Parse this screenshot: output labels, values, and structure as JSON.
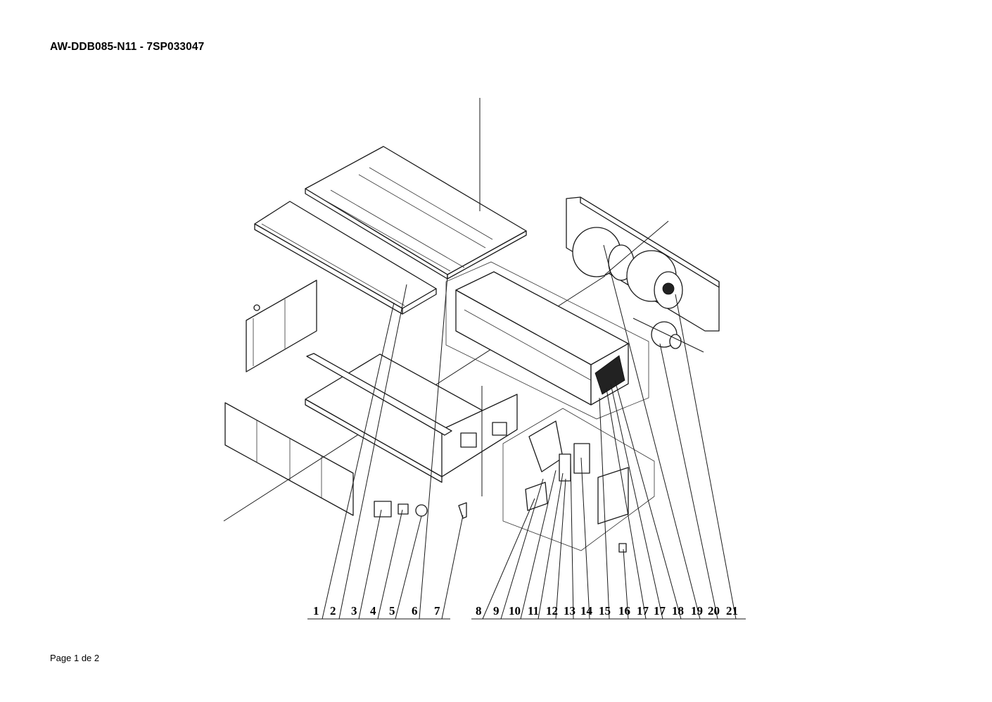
{
  "document": {
    "title": "AW-DDB085-N11 - 7SP033047",
    "footer": "Page 1 de 2"
  },
  "diagram": {
    "callouts": [
      {
        "number": "1"
      },
      {
        "number": "2"
      },
      {
        "number": "3"
      },
      {
        "number": "4"
      },
      {
        "number": "5"
      },
      {
        "number": "6"
      },
      {
        "number": "7"
      },
      {
        "number": "8"
      },
      {
        "number": "9"
      },
      {
        "number": "10"
      },
      {
        "number": "11"
      },
      {
        "number": "12"
      },
      {
        "number": "13"
      },
      {
        "number": "14"
      },
      {
        "number": "15"
      },
      {
        "number": "16"
      },
      {
        "number": "17"
      },
      {
        "number": "17"
      },
      {
        "number": "18"
      },
      {
        "number": "19"
      },
      {
        "number": "20"
      },
      {
        "number": "21"
      }
    ]
  }
}
